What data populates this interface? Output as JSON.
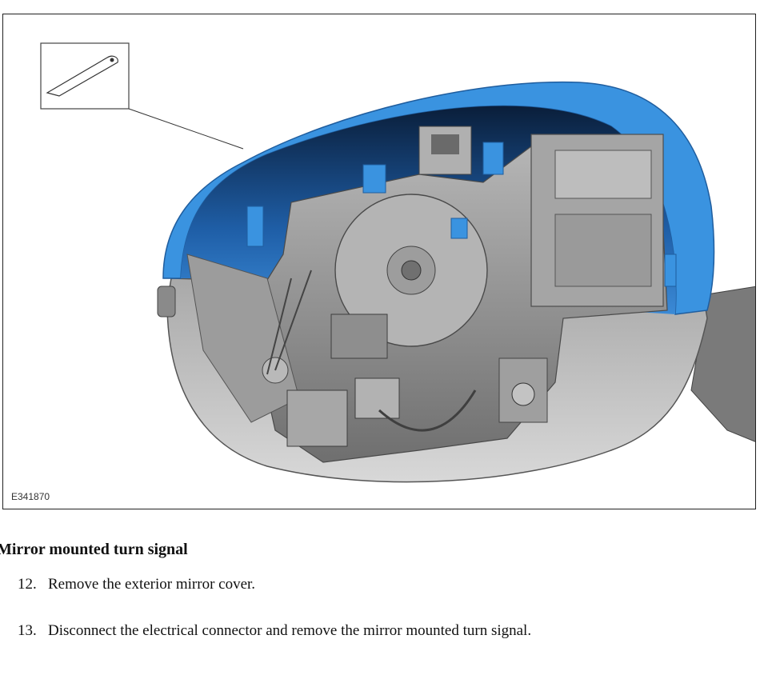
{
  "figure": {
    "id_label": "E341870",
    "colors": {
      "cover_blue": "#3a93e0",
      "housing_grey": "#8c8c8c",
      "frame": "#222222"
    },
    "callout_icon": "trim-tool-icon"
  },
  "section": {
    "title": "Mirror mounted turn signal",
    "steps": [
      {
        "number": "12.",
        "text": "Remove the exterior mirror cover."
      },
      {
        "number": "13.",
        "text": "Disconnect the electrical connector and remove the mirror mounted turn signal."
      }
    ]
  }
}
